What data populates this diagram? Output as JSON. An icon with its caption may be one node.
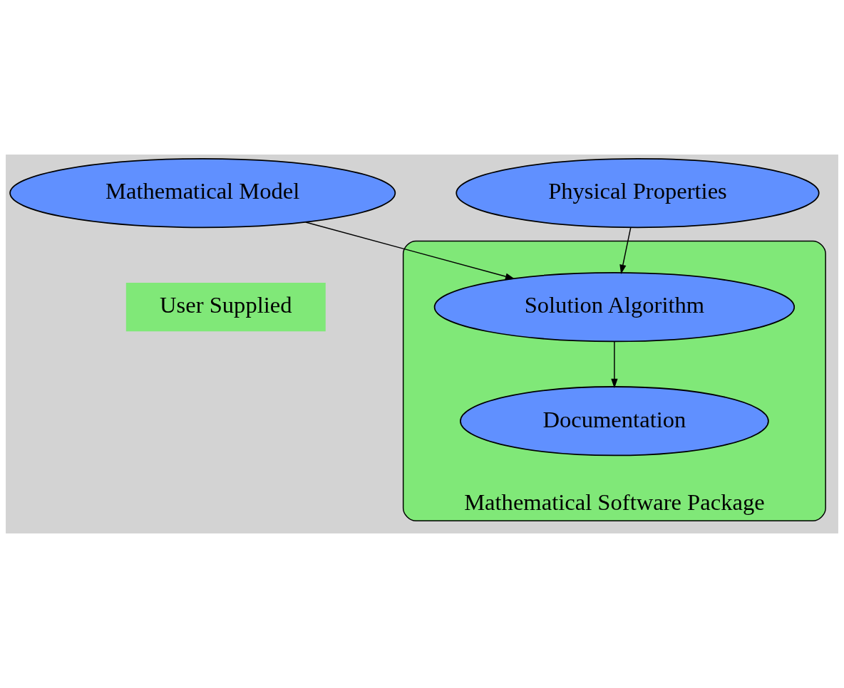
{
  "diagram": {
    "nodes": [
      {
        "text": [
          "Mathematical Model"
        ]
      },
      {
        "text": [
          "Physical Properties"
        ]
      },
      {
        "text": [
          "User Supplied"
        ]
      },
      {
        "text": [
          "Mathematical Software Package"
        ]
      },
      {
        "text": [
          "Solution Algorithm"
        ],
        "in": 3
      },
      {
        "text": [
          "Documentation"
        ],
        "in": 3
      }
    ],
    "edges": [
      {
        "from": 0,
        "to": 4,
        "arrow": "to"
      },
      {
        "from": 1,
        "to": 4,
        "arrow": "to"
      },
      {
        "from": 4,
        "to": 5,
        "arrow": "to"
      }
    ]
  }
}
